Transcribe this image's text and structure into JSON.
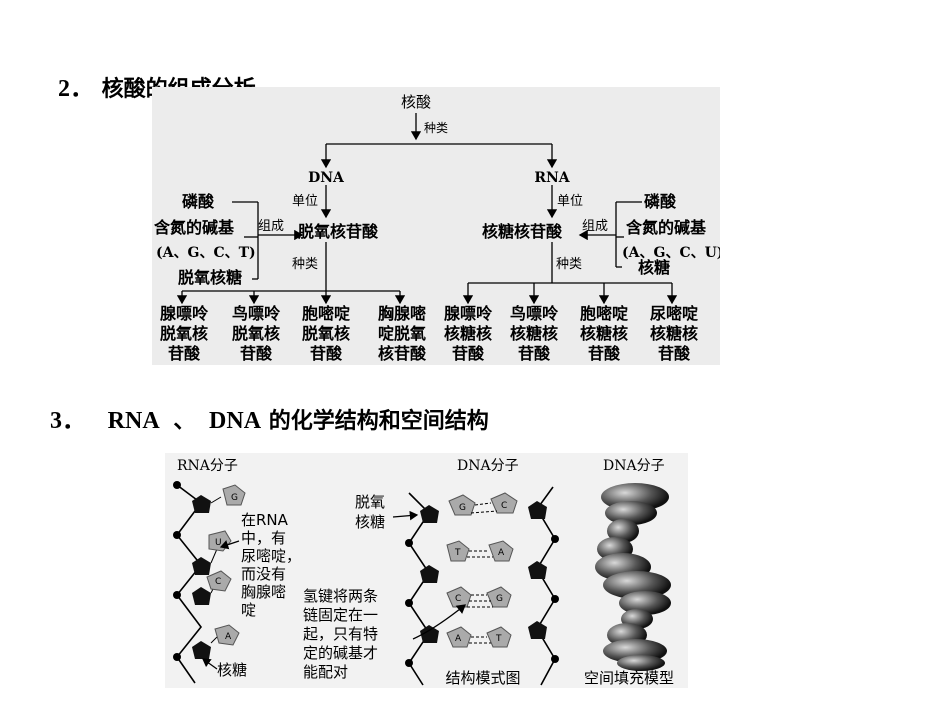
{
  "section2": {
    "number": "2．",
    "title": "核酸的组成分析"
  },
  "section3": {
    "number": "3．",
    "title_rna": "RNA",
    "sep": "、",
    "title_dna": "DNA",
    "title_rest": "的化学结构和空间结构"
  },
  "tree": {
    "root": "核酸",
    "root_edge": "种类",
    "dna": {
      "name": "DNA",
      "unit_edge": "单位",
      "unit": "脱氧核苷酸",
      "compose_edge": "组成",
      "components": [
        "磷酸",
        "含氮的碱基",
        "(A、G、C、T)",
        "脱氧核糖"
      ],
      "kinds_edge": "种类",
      "kinds": [
        [
          "腺嘌呤",
          "脱氧核",
          "苷酸"
        ],
        [
          "鸟嘌呤",
          "脱氧核",
          "苷酸"
        ],
        [
          "胞嘧啶",
          "脱氧核",
          "苷酸"
        ],
        [
          "胸腺嘧",
          "啶脱氧",
          "核苷酸"
        ]
      ]
    },
    "rna": {
      "name": "RNA",
      "unit_edge": "单位",
      "unit": "核糖核苷酸",
      "compose_edge": "组成",
      "components": [
        "磷酸",
        "含氮的碱基",
        "(A、G、C、U)",
        "核糖"
      ],
      "kinds_edge": "种类",
      "kinds": [
        [
          "腺嘌呤",
          "核糖核",
          "苷酸"
        ],
        [
          "鸟嘌呤",
          "核糖核",
          "苷酸"
        ],
        [
          "胞嘧啶",
          "核糖核",
          "苷酸"
        ],
        [
          "尿嘧啶",
          "核糖核",
          "苷酸"
        ]
      ]
    }
  },
  "figure": {
    "rna_title": "RNA分子",
    "rna_note": [
      "在RNA",
      "中，有",
      "尿嘧啶，",
      "而没有",
      "胸腺嘧",
      "啶"
    ],
    "rna_sugar": "核糖",
    "rna_bases": [
      "G",
      "U",
      "C",
      "A"
    ],
    "dna_title": "DNA分子",
    "dna_sugar": [
      "脱氧",
      "核糖"
    ],
    "dna_note": [
      "氢键将两条",
      "链固定在一",
      "起，只有特",
      "定的碱基才",
      "能配对"
    ],
    "dna_pairs": [
      [
        "G",
        "C"
      ],
      [
        "T",
        "A"
      ],
      [
        "C",
        "G"
      ],
      [
        "A",
        "T"
      ]
    ],
    "dna_caption": "结构模式图",
    "space_title": "DNA分子",
    "space_caption": "空间填充模型"
  }
}
